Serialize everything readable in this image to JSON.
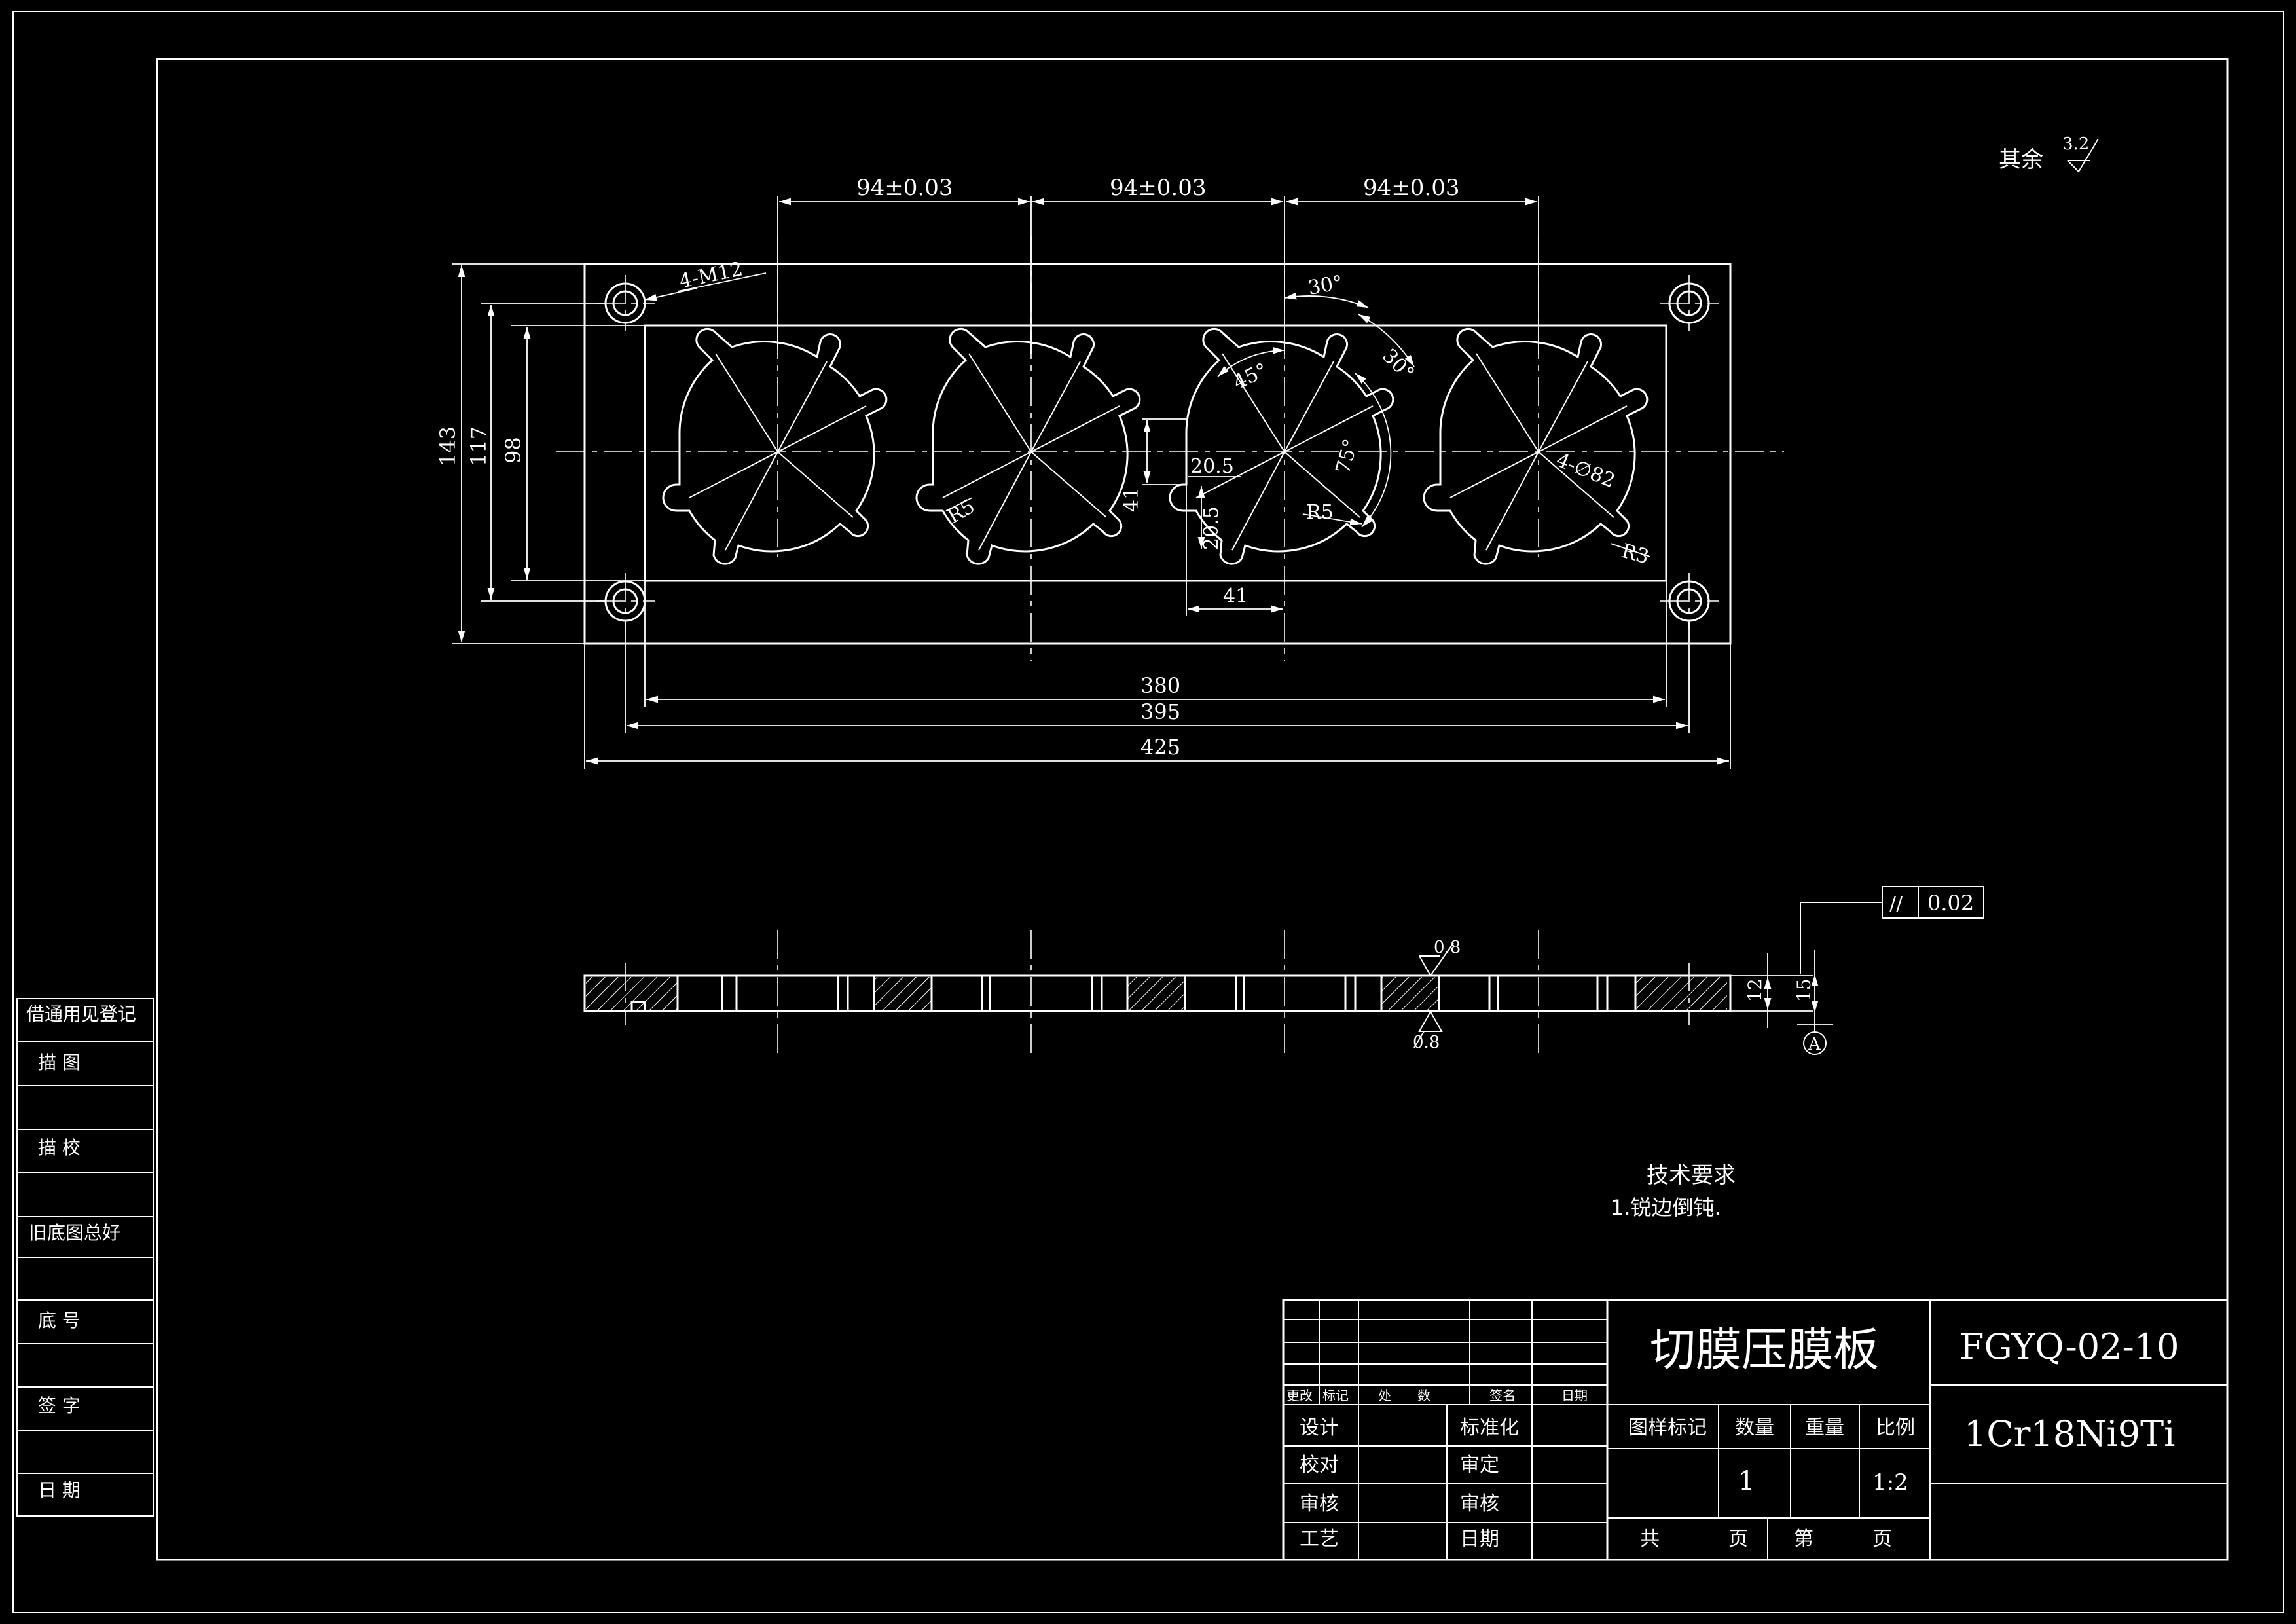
{
  "surface_note": "其余",
  "surface_value": "3.2",
  "dims": {
    "pitch": "94±0.03",
    "holes": "4-M12",
    "h143": "143",
    "h117": "117",
    "h98": "98",
    "w380": "380",
    "w395": "395",
    "w425": "425",
    "d41h": "41",
    "d41v": "41",
    "d205a": "20.5",
    "d205b": "20.5",
    "a30a": "30°",
    "a30b": "30°",
    "a45": "45°",
    "a75": "75°",
    "r5a": "R5",
    "r5b": "R5",
    "r3": "R3",
    "dia82": "4-∅82",
    "t12": "12",
    "t15": "15",
    "rough1": "0.8",
    "rough2": "0.8",
    "datum": "A",
    "tol_sym": "//",
    "tol_val": "0.02"
  },
  "tech": {
    "title": "技术要求",
    "item1": "1.锐边倒钝."
  },
  "side_labels": [
    "借通用见登记",
    "描    图",
    "描    校",
    "旧底图总好",
    "底    号",
    "签    字",
    "日    期"
  ],
  "title_block": {
    "name": "切膜压膜板",
    "code": "FGYQ-02-10",
    "material": "1Cr18Ni9Ti",
    "rev_cols": [
      "更改",
      "标记",
      "处",
      "数",
      "签名",
      "日期"
    ],
    "rows": [
      "设计",
      "校对",
      "审核",
      "工艺"
    ],
    "rows2": [
      "标准化",
      "审定",
      "审核",
      "日期"
    ],
    "heads": [
      "图样标记",
      "数量",
      "重量",
      "比例"
    ],
    "qty": "1",
    "scale": "1:2",
    "sheet": [
      "共",
      "页",
      "第",
      "页"
    ]
  }
}
